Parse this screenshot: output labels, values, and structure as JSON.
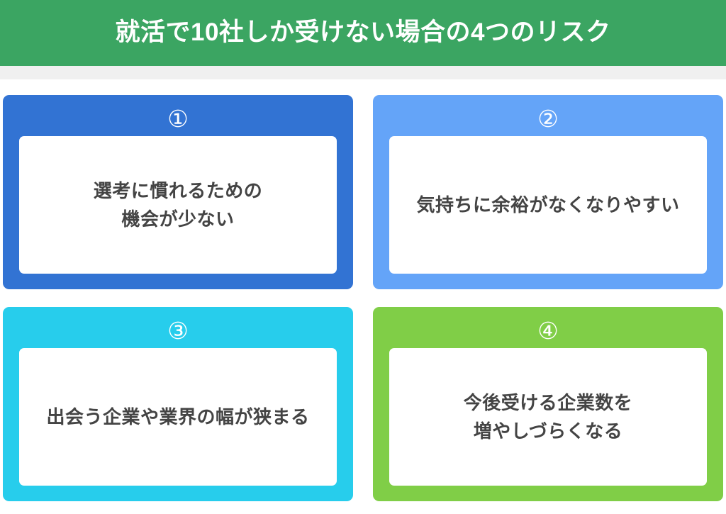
{
  "header": {
    "title": "就活で10社しか受けない場合の4つのリスク",
    "background_color": "#3ba562",
    "text_color": "#ffffff"
  },
  "divider": {
    "color": "#f0f0f0"
  },
  "page": {
    "background_color": "#ffffff",
    "body_text_color": "#444444"
  },
  "cards": [
    {
      "number": "①",
      "text": "選考に慣れるための\n機会が少ない",
      "color": "#3273d3"
    },
    {
      "number": "②",
      "text": "気持ちに余裕がなくなりやすい",
      "color": "#64a4f8"
    },
    {
      "number": "③",
      "text": "出会う企業や業界の幅が狭まる",
      "color": "#27cdec"
    },
    {
      "number": "④",
      "text": "今後受ける企業数を\n増やしづらくなる",
      "color": "#80ce47"
    }
  ]
}
